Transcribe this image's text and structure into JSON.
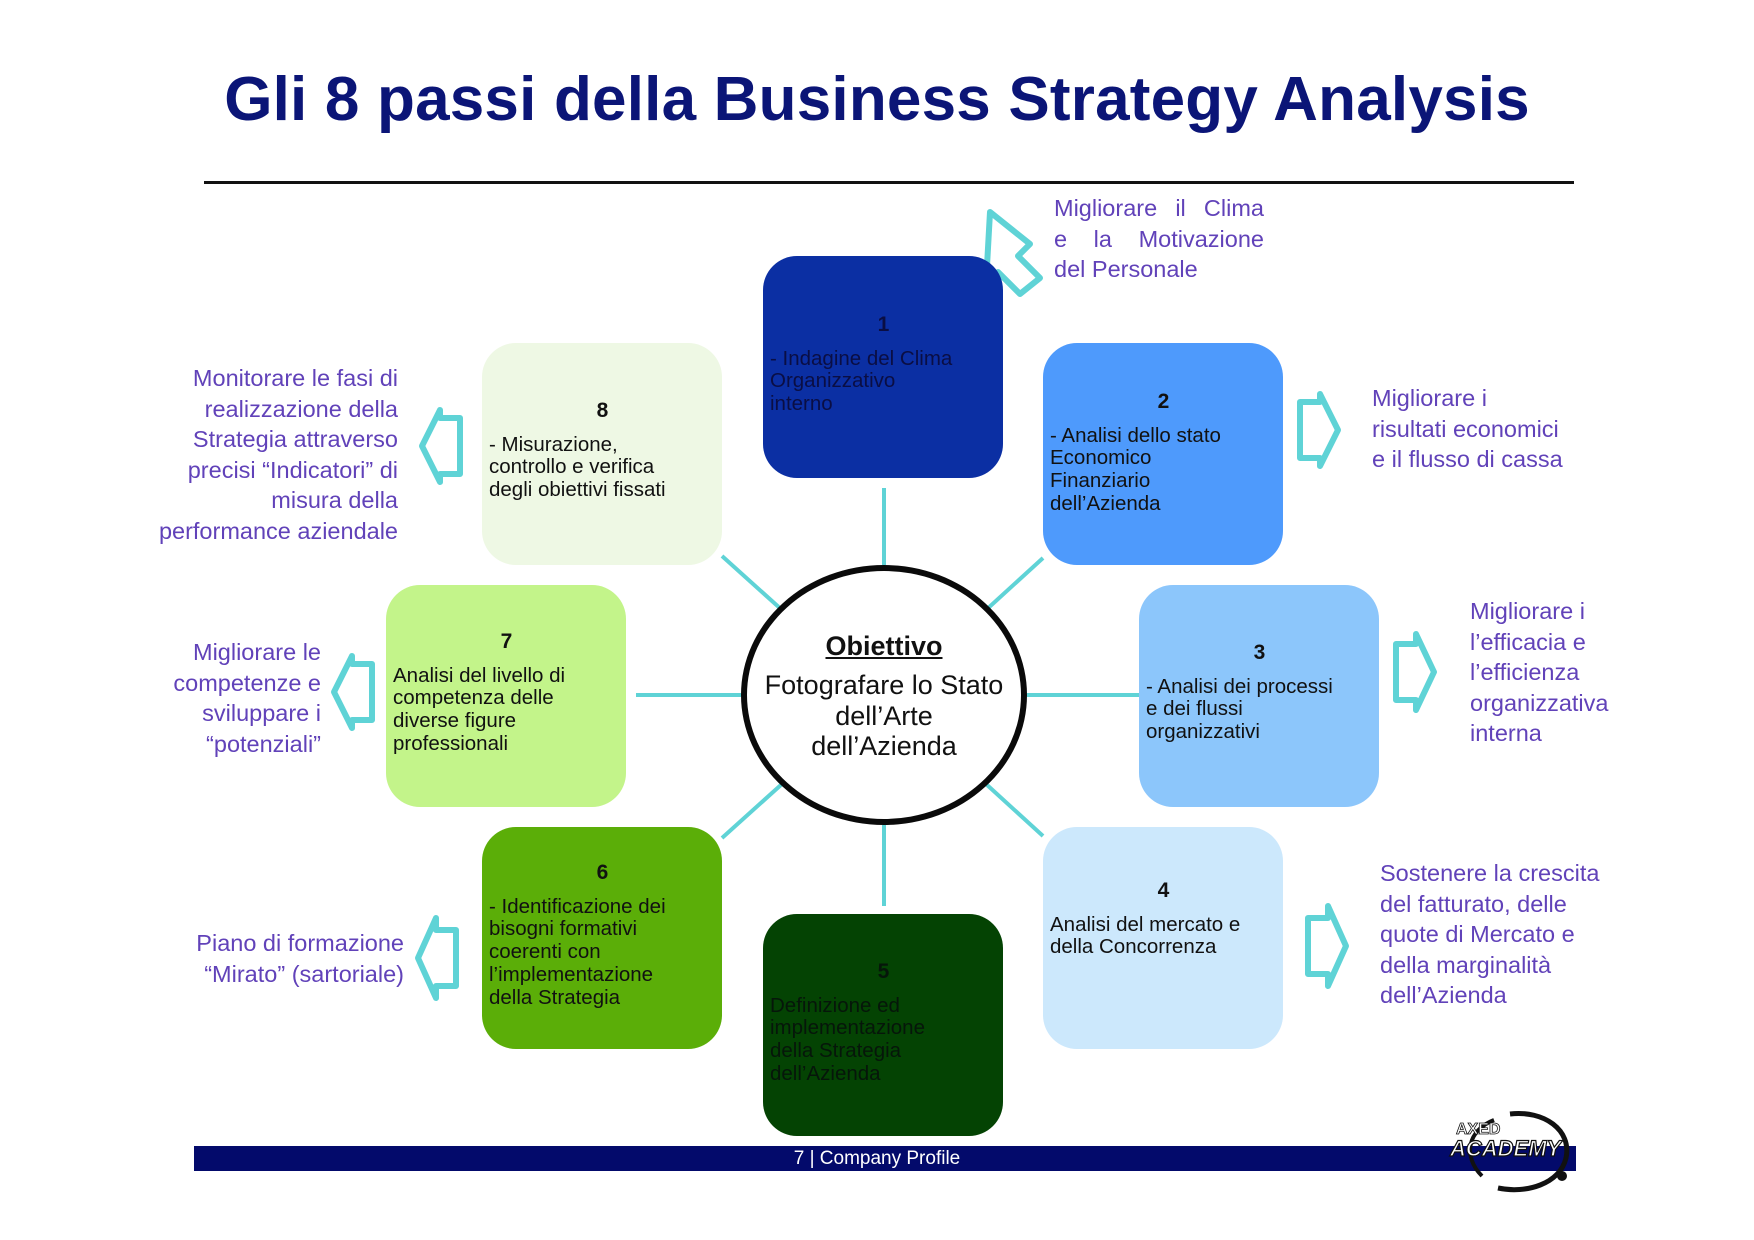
{
  "title": "Gli 8 passi della Business Strategy Analysis",
  "center": {
    "title": "Obiettivo",
    "text": "Fotografare lo Stato dell’Arte dell’Azienda"
  },
  "steps": [
    {
      "number": "1",
      "lines": [
        "- Indagine del Clima",
        "Organizzativo",
        "interno"
      ],
      "color": "#0b2fa3"
    },
    {
      "number": "2",
      "lines": [
        "- Analisi dello stato",
        "Economico",
        "Finanziario",
        "dell’Azienda"
      ],
      "color": "#4e9afc"
    },
    {
      "number": "3",
      "lines": [
        "- Analisi dei processi",
        "e dei flussi",
        "organizzativi"
      ],
      "color": "#8cc6fb"
    },
    {
      "number": "4",
      "lines": [
        "Analisi del mercato e",
        "della Concorrenza"
      ],
      "color": "#cce8fc"
    },
    {
      "number": "5",
      "lines": [
        "Definizione ed",
        "implementazione",
        "della Strategia",
        "dell’Azienda"
      ],
      "color": "#044303"
    },
    {
      "number": "6",
      "lines": [
        "- Identificazione dei",
        "bisogni formativi",
        "coerenti con",
        "l’implementazione",
        "della Strategia"
      ],
      "color": "#5bae08"
    },
    {
      "number": "7",
      "lines": [
        "Analisi del livello di",
        "competenza delle",
        "diverse figure",
        "professionali"
      ],
      "color": "#c3f48a"
    },
    {
      "number": "8",
      "lines": [
        "- Misurazione,",
        "controllo e verifica",
        "degli obiettivi fissati"
      ],
      "color": "#eef8e4"
    }
  ],
  "notes": [
    {
      "lines": [
        "Migliorare  il  Clima",
        "e   la   Motivazione",
        "del Personale"
      ]
    },
    {
      "lines": [
        "Migliorare i",
        "risultati economici",
        "e il flusso di cassa"
      ]
    },
    {
      "lines": [
        "Migliorare i",
        "l’efficacia e",
        "l’efficienza",
        "organizzativa",
        "interna"
      ]
    },
    {
      "lines": [
        "Sostenere la crescita",
        "del fatturato, delle",
        "quote di Mercato e",
        "della marginalità",
        "dell’Azienda"
      ]
    },
    {
      "lines": [
        "Piano di formazione",
        "“Mirato” (sartoriale)"
      ]
    },
    {
      "lines": [
        "Migliorare le",
        "competenze e",
        "sviluppare i",
        "“potenziali”"
      ]
    },
    {
      "lines": [
        "Monitorare le fasi di",
        "realizzazione della",
        "Strategia attraverso",
        "precisi “Indicatori” di",
        "misura della",
        "performance aziendale"
      ]
    }
  ],
  "footer": "7 | Company Profile",
  "logo": {
    "text_top": "AXED",
    "text_main": "ACADEMY"
  },
  "colors": {
    "title": "#0b1577",
    "note_text": "#6142b9",
    "connector": "#5fd3d6",
    "footer_bar": "#030a6b"
  }
}
